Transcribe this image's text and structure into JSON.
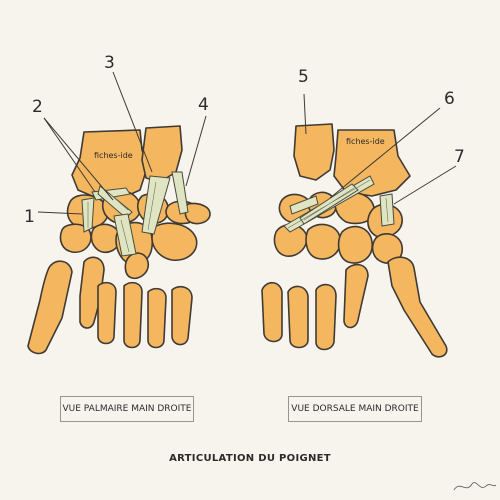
{
  "diagram": {
    "title": "ARTICULATION DU POIGNET",
    "left_view": {
      "caption": "VUE PALMAIRE MAIN DROITE",
      "bone_label": "fiches-ide",
      "markers": [
        "1",
        "2",
        "3",
        "4"
      ]
    },
    "right_view": {
      "caption": "VUE DORSALE MAIN DROITE",
      "bone_label": "fiches-ide",
      "markers": [
        "5",
        "6",
        "7"
      ]
    },
    "colors": {
      "bone": "#f4b75f",
      "ligament": "#dfe5c3",
      "outline": "#3f3a33",
      "background": "#f7f4ee"
    }
  }
}
